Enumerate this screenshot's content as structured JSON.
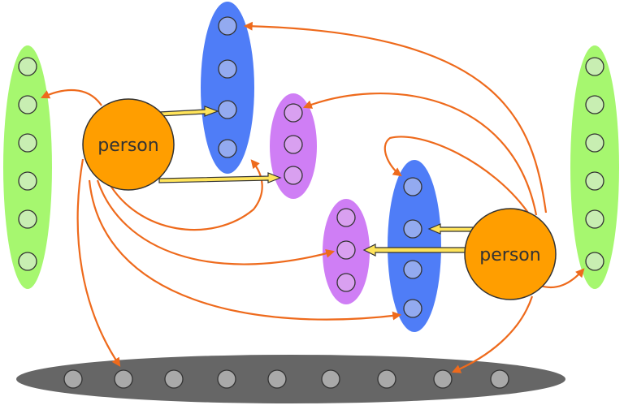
{
  "people": [
    {
      "id": "left",
      "label": "person"
    },
    {
      "id": "right",
      "label": "person"
    }
  ],
  "colors": {
    "person_fill": "#ff9e00",
    "green_group": "#a6f76f",
    "green_node": "#c8eeb2",
    "blue_group": "#4f7df7",
    "blue_node": "#93aaf0",
    "purple_group": "#cf7ef5",
    "purple_node": "#d9a0f0",
    "gray_group": "#666666",
    "gray_node": "#a9a9a9",
    "edge": "#ee6a1c",
    "hand_arrow": "#ffe45a"
  }
}
